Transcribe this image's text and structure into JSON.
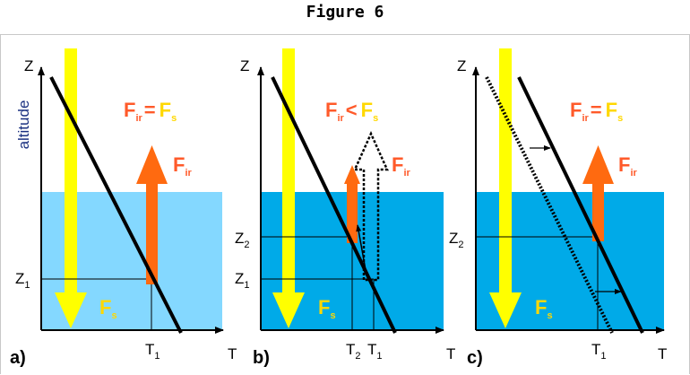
{
  "title": "Figure 6",
  "y_axis_word": "altitude",
  "colors": {
    "shortwave_arrow": "#ffff00",
    "ir_arrow": "#ff6a10",
    "ir_label": "#ff5a2a",
    "sw_label": "#ffd800",
    "ocean_light": "#84d8ff",
    "ocean_dark": "#00aae8"
  },
  "panels": [
    {
      "letter": "a)",
      "axis_z": "Z",
      "axis_t": "T",
      "eq": {
        "lhs": "F",
        "lhs_sub": "ir",
        "op": "=",
        "rhs": "F",
        "rhs_sub": "s"
      },
      "fir": {
        "main": "F",
        "sub": "ir"
      },
      "fs": {
        "main": "F",
        "sub": "s"
      },
      "z1": {
        "main": "Z",
        "sub": "1"
      },
      "t1": {
        "main": "T",
        "sub": "1"
      }
    },
    {
      "letter": "b)",
      "axis_z": "Z",
      "axis_t": "T",
      "eq": {
        "lhs": "F",
        "lhs_sub": "ir",
        "op": "<",
        "rhs": "F",
        "rhs_sub": "s"
      },
      "fir": {
        "main": "F",
        "sub": "ir"
      },
      "fs": {
        "main": "F",
        "sub": "s"
      },
      "z1": {
        "main": "Z",
        "sub": "1"
      },
      "z2": {
        "main": "Z",
        "sub": "2"
      },
      "t1": {
        "main": "T",
        "sub": "1"
      },
      "t2": {
        "main": "T",
        "sub": "2"
      }
    },
    {
      "letter": "c)",
      "axis_z": "Z",
      "axis_t": "T",
      "eq": {
        "lhs": "F",
        "lhs_sub": "ir",
        "op": "=",
        "rhs": "F",
        "rhs_sub": "s"
      },
      "fir": {
        "main": "F",
        "sub": "ir"
      },
      "fs": {
        "main": "F",
        "sub": "s"
      },
      "z2": {
        "main": "Z",
        "sub": "2"
      },
      "t1": {
        "main": "T",
        "sub": "1"
      }
    }
  ]
}
